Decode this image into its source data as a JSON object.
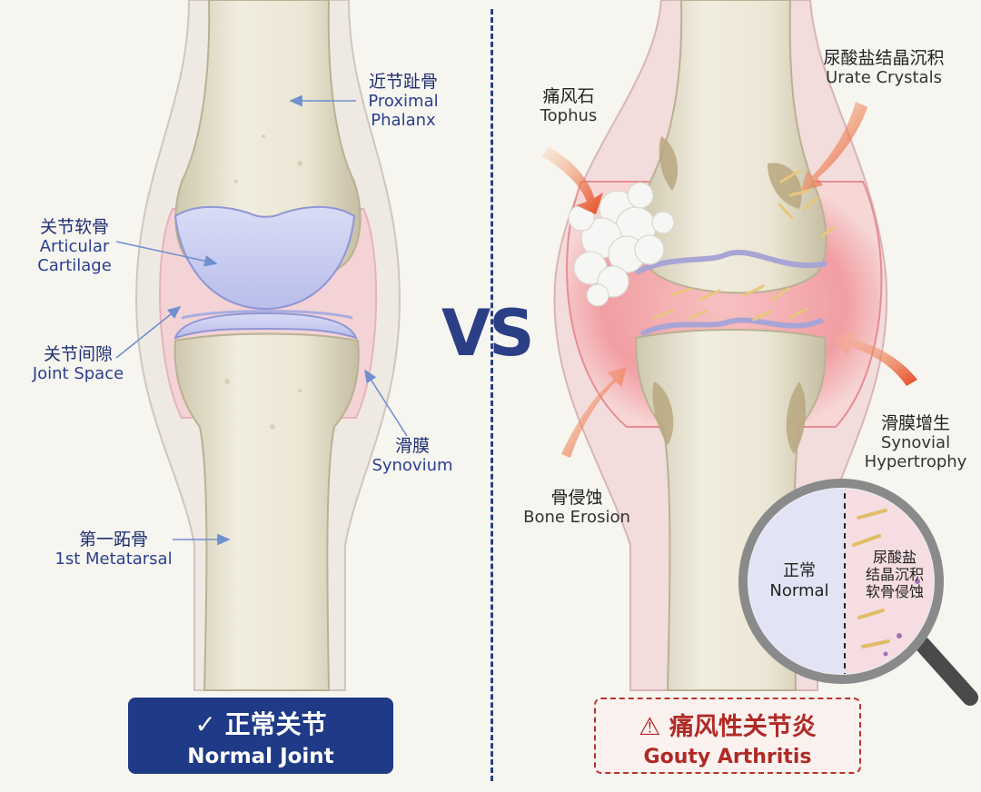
{
  "vs_text": "VS",
  "normal_labels": {
    "proximal_phalanx": {
      "zh": "近节趾骨",
      "en1": "Proximal",
      "en2": "Phalanx"
    },
    "articular_cartilage": {
      "zh": "关节软骨",
      "en1": "Articular",
      "en2": "Cartilage"
    },
    "joint_space": {
      "zh": "关节间隙",
      "en": "Joint Space"
    },
    "synovium": {
      "zh": "滑膜",
      "en": "Synovium"
    },
    "metatarsal": {
      "zh": "第一跖骨",
      "en": "1st Metatarsal"
    }
  },
  "gout_labels": {
    "tophus": {
      "zh": "痛风石",
      "en": "Tophus"
    },
    "urate_crystals": {
      "zh": "尿酸盐结晶沉积",
      "en": "Urate Crystals"
    },
    "synovial_hypertrophy": {
      "zh": "滑膜增生",
      "en1": "Synovial",
      "en2": "Hypertrophy"
    },
    "bone_erosion": {
      "zh": "骨侵蚀",
      "en": "Bone Erosion"
    }
  },
  "magnifier": {
    "normal_zh": "正常",
    "normal_en": "Normal",
    "gout_line1": "尿酸盐",
    "gout_line2": "结晶沉积",
    "gout_line3": "软骨侵蚀"
  },
  "badges": {
    "normal": {
      "check": "✓",
      "zh": "正常关节",
      "en": "Normal Joint"
    },
    "gout": {
      "warn": "⚠",
      "zh": "痛风性关节炎",
      "en": "Gouty Arthritis"
    }
  },
  "colors": {
    "navy": "#1f3a86",
    "bone": "#e9e4d2",
    "cartilage": "#c9cdf0",
    "synovium": "#f1c9cf",
    "inflamed": "#ee8f95",
    "gout_red": "#b02a26",
    "arrow_orange": "#ef6a2a"
  }
}
